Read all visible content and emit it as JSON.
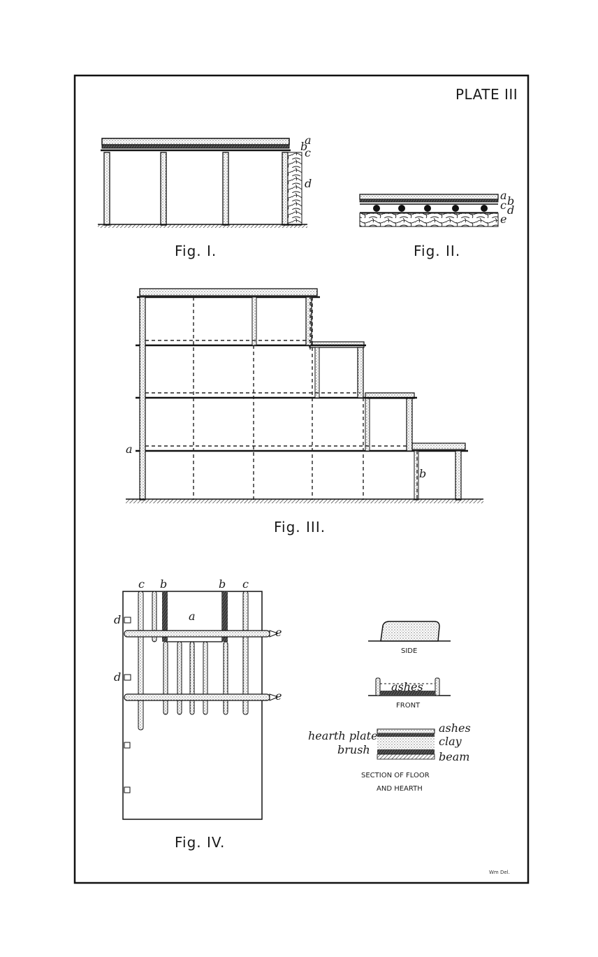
{
  "plate": {
    "title": "PLATE III",
    "signature": "Wm Del."
  },
  "fig1": {
    "caption": "Fig. I.",
    "labels": [
      "a",
      "b",
      "c",
      "d"
    ]
  },
  "fig2": {
    "caption": "Fig. II.",
    "labels": [
      "a",
      "b",
      "c",
      "d",
      "e"
    ]
  },
  "fig3": {
    "caption": "Fig. III.",
    "labels": [
      "a",
      "b"
    ]
  },
  "fig4": {
    "caption": "Fig. IV.",
    "labels": [
      "c",
      "b",
      "b",
      "c",
      "a",
      "d",
      "d",
      "e",
      "e"
    ]
  },
  "hearth": {
    "side_label": "SIDE",
    "front_label": "FRONT",
    "ashes_front": "ashes",
    "section_labels": {
      "hearth_plate": "hearth plate",
      "brush": "brush",
      "ashes": "ashes",
      "clay": "clay",
      "beam": "beam"
    },
    "section_caption_line1": "SECTION OF FLOOR",
    "section_caption_line2": "AND HEARTH"
  }
}
